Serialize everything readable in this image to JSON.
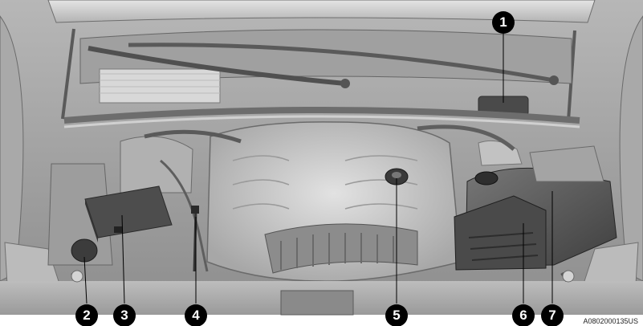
{
  "figure": {
    "callouts": [
      "1",
      "2",
      "3",
      "4",
      "5",
      "6",
      "7"
    ],
    "figure_id": "A0802000135US"
  }
}
